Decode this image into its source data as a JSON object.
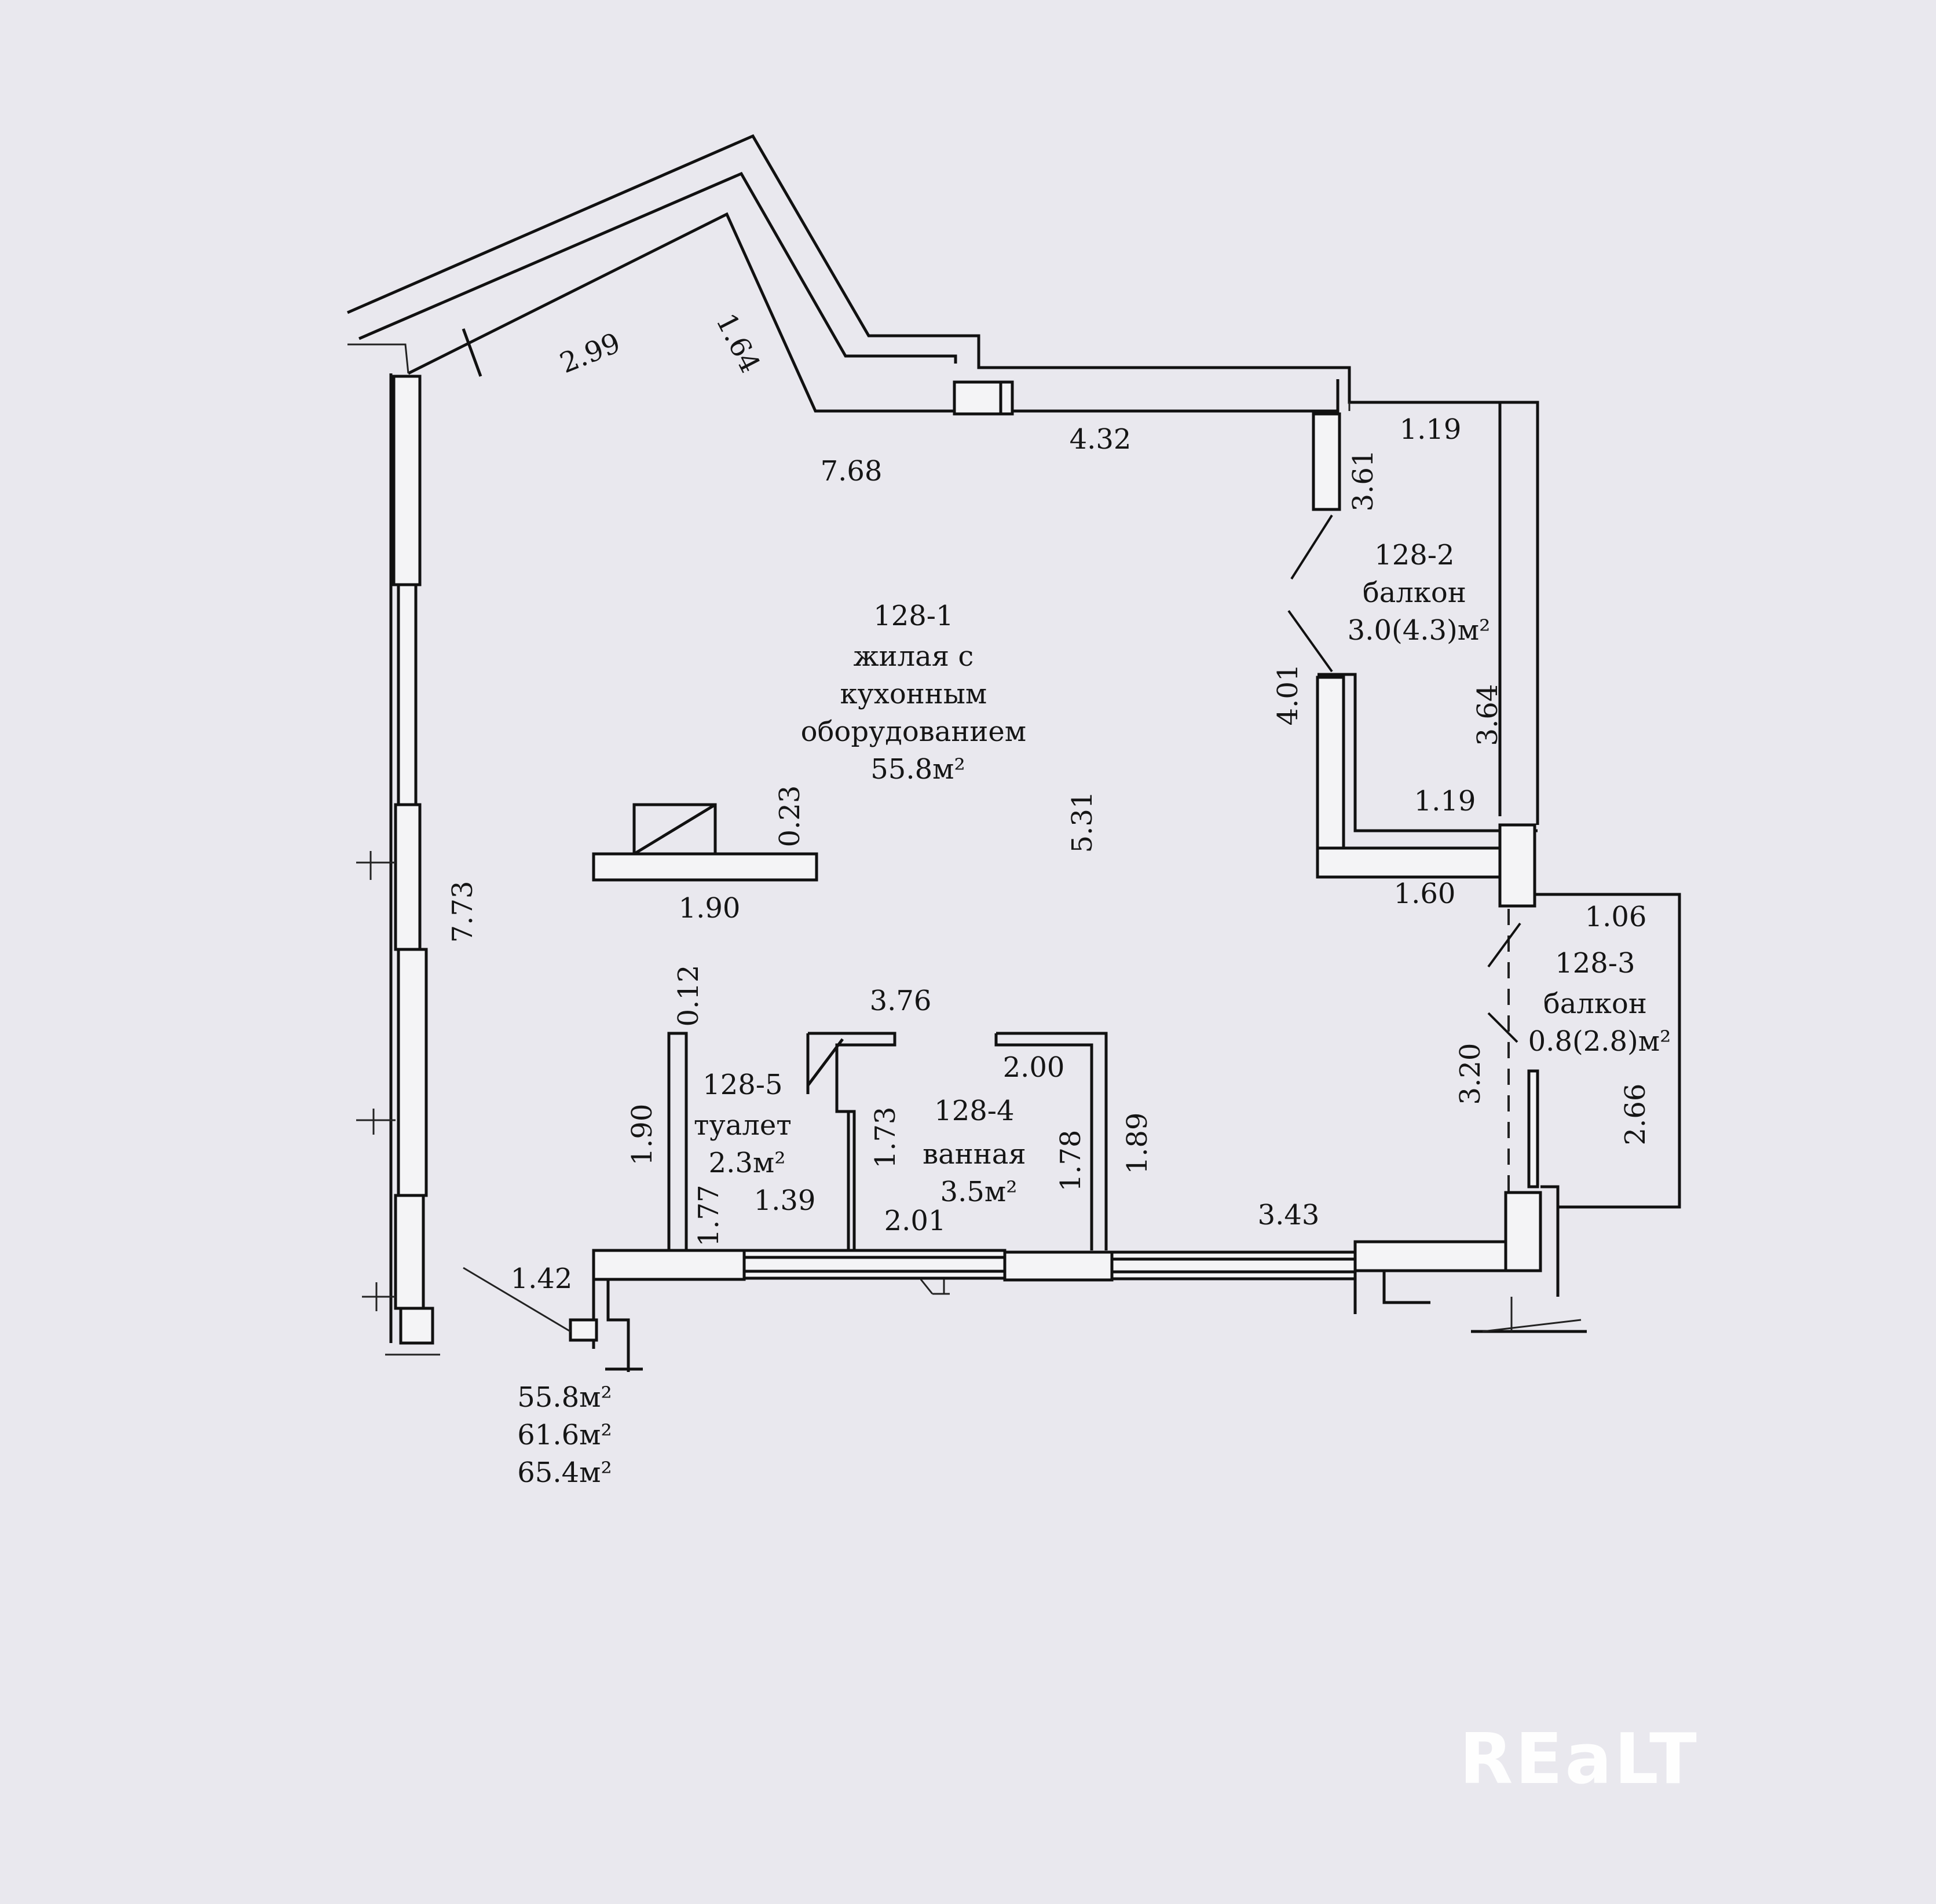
{
  "rooms": [
    {
      "id": "128-1",
      "lines": [
        "128-1",
        "жилая с",
        "кухонным",
        "оборудованием",
        "55.8м²"
      ]
    },
    {
      "id": "128-2",
      "lines": [
        "128-2",
        "балкон",
        "3.0(4.3)м²"
      ]
    },
    {
      "id": "128-3",
      "lines": [
        "128-3",
        "балкон",
        "0.8(2.8)м²"
      ]
    },
    {
      "id": "128-4",
      "lines": [
        "128-4",
        "ванная",
        "3.5м²"
      ]
    },
    {
      "id": "128-5",
      "lines": [
        "128-5",
        "туалет",
        "2.3м²"
      ]
    }
  ],
  "dimensions": {
    "d_2_99": "2.99",
    "d_1_64": "1.64",
    "d_7_68": "7.68",
    "d_4_32": "4.32",
    "d_1_19_top": "1.19",
    "d_3_61": "3.61",
    "d_4_01": "4.01",
    "d_3_64": "3.64",
    "d_1_19_mid": "1.19",
    "d_1_60": "1.60",
    "d_1_06": "1.06",
    "d_3_20": "3.20",
    "d_2_66": "2.66",
    "d_0_23": "0.23",
    "d_1_90_h": "1.90",
    "d_5_31": "5.31",
    "d_7_73": "7.73",
    "d_0_12": "0.12",
    "d_3_76": "3.76",
    "d_2_00": "2.00",
    "d_1_90_v": "1.90",
    "d_1_73": "1.73",
    "d_1_78": "1.78",
    "d_1_89": "1.89",
    "d_1_77": "1.77",
    "d_1_39": "1.39",
    "d_2_01": "2.01",
    "d_3_43": "3.43",
    "d_1_42": "1.42"
  },
  "totals": [
    "55.8м²",
    "61.6м²",
    "65.4м²"
  ],
  "watermark": "REaLT"
}
